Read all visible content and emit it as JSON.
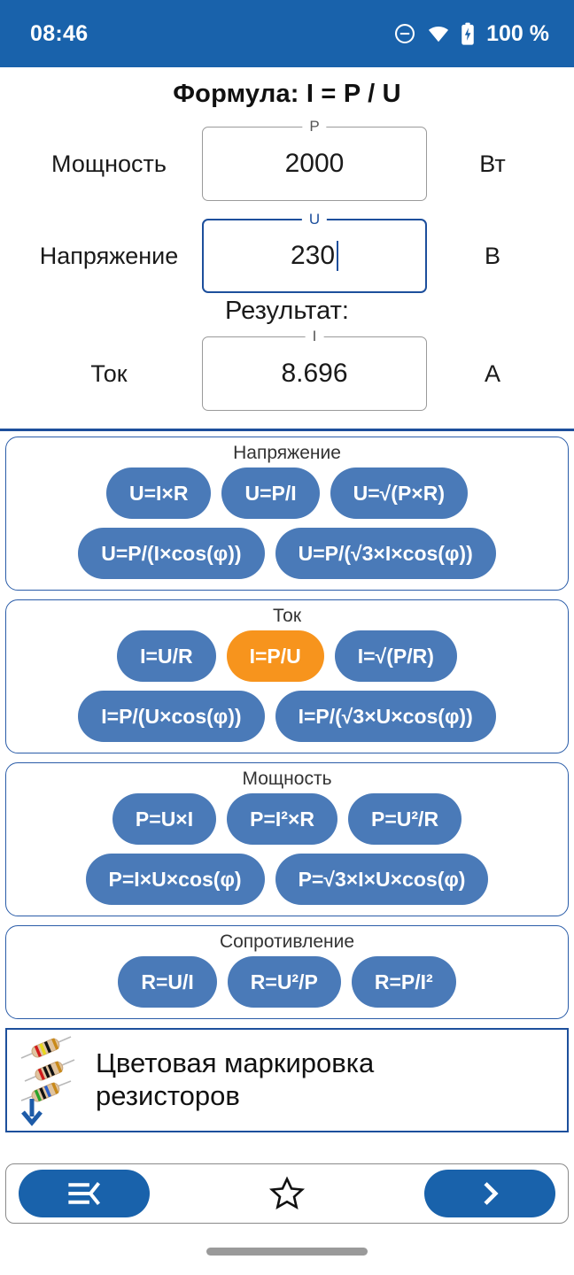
{
  "statusbar": {
    "time": "08:46",
    "battery_text": "100 %",
    "icons": [
      "do-not-disturb-icon",
      "wifi-icon",
      "battery-charging-icon"
    ]
  },
  "header": {
    "formula_title": "Формула: I = P / U"
  },
  "calculator": {
    "rows": [
      {
        "label": "Мощность",
        "field_legend": "P",
        "value": "2000",
        "unit": "Вт",
        "focused": false
      },
      {
        "label": "Напряжение",
        "field_legend": "U",
        "value": "230",
        "unit": "В",
        "focused": true
      }
    ],
    "result_title": "Результат:",
    "result_row": {
      "label": "Ток",
      "field_legend": "I",
      "value": "8.696",
      "unit": "А"
    }
  },
  "groups": [
    {
      "title": "Напряжение",
      "rows": [
        [
          "U=I×R",
          "U=P/I",
          "U=√(P×R)"
        ],
        [
          "U=P/(I×cos(φ))",
          "U=P/(√3×I×cos(φ))"
        ]
      ],
      "active": null
    },
    {
      "title": "Ток",
      "rows": [
        [
          "I=U/R",
          "I=P/U",
          "I=√(P/R)"
        ],
        [
          "I=P/(U×cos(φ))",
          "I=P/(√3×U×cos(φ))"
        ]
      ],
      "active": "I=P/U"
    },
    {
      "title": "Мощность",
      "rows": [
        [
          "P=U×I",
          "P=I²×R",
          "P=U²/R"
        ],
        [
          "P=I×U×cos(φ)",
          "P=√3×I×U×cos(φ)"
        ]
      ],
      "active": null
    },
    {
      "title": "Сопротивление",
      "rows": [
        [
          "R=U/I",
          "R=U²/P",
          "R=P/I²"
        ]
      ],
      "active": null
    }
  ],
  "banner": {
    "line1": "Цветовая маркировка",
    "line2": "резисторов",
    "icon": "resistors-icon",
    "arrow_icon": "arrow-down-icon"
  },
  "bottomnav": {
    "menu_icon": "menu-collapse-icon",
    "favorite_icon": "star-outline-icon",
    "next_icon": "chevron-right-icon"
  },
  "colors": {
    "status_bar": "#1962ab",
    "primary_blue": "#1d4f9c",
    "button_blue": "#4a7ab8",
    "active_orange": "#f7941d"
  }
}
